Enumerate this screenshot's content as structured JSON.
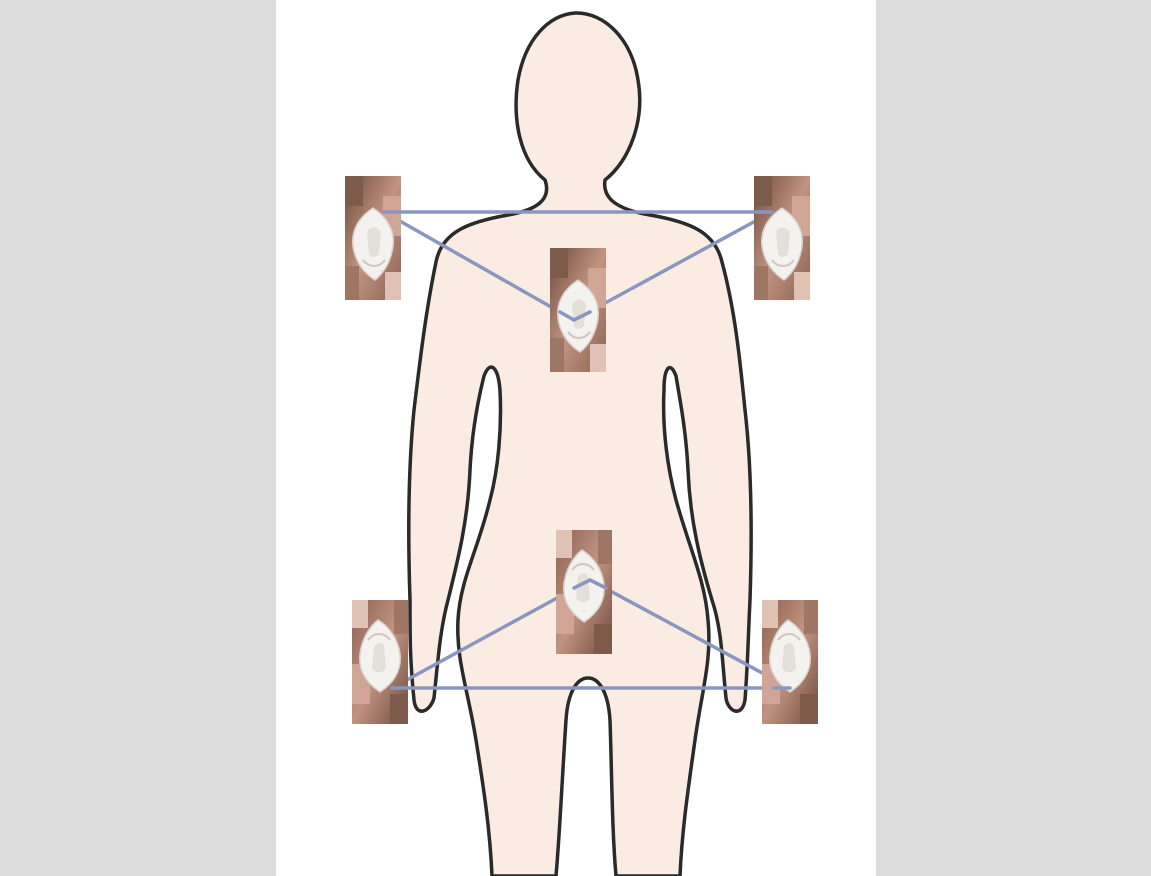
{
  "diagram": {
    "background_color": "#dcdcdc",
    "panel_color": "#ffffff",
    "body_fill": "#fbece3",
    "body_outline": "#2a2a2a",
    "connector_color": "#8a96bf",
    "sensor_patch_icon": "electrode-patch-icon",
    "sensor_count": 6,
    "groups": [
      {
        "name": "upper-triangle",
        "sensors": [
          "left-shoulder",
          "right-shoulder",
          "upper-back"
        ]
      },
      {
        "name": "lower-triangle",
        "sensors": [
          "left-hip",
          "right-hip",
          "lower-back"
        ]
      }
    ]
  }
}
